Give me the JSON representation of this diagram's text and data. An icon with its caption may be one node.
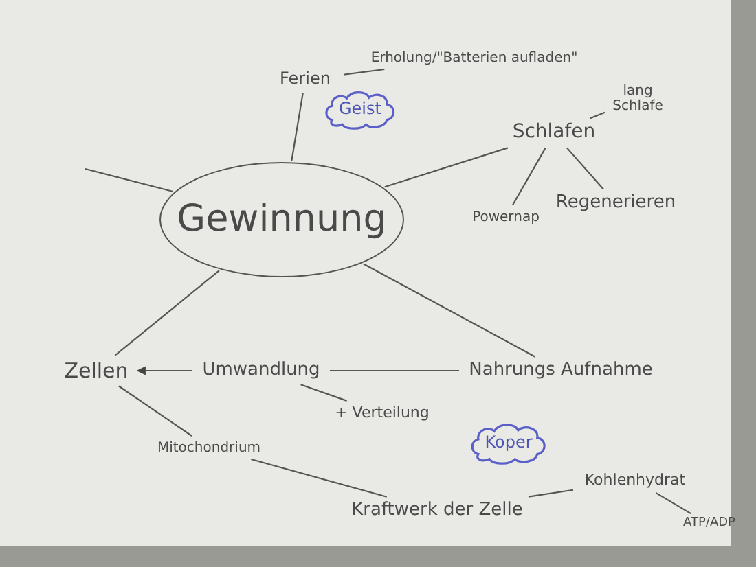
{
  "diagram": {
    "nodes": [
      {
        "text": [
          "Gewinnung"
        ]
      },
      {
        "text": [
          "Ferien"
        ]
      },
      {
        "text": [
          "Geist"
        ]
      },
      {
        "text": [
          "Erholung/\"Batterien aufladen\""
        ]
      },
      {
        "text": [
          "Schlafen"
        ]
      },
      {
        "text": [
          "lang Schlafe"
        ]
      },
      {
        "text": [
          "Regenerieren"
        ]
      },
      {
        "text": [
          "Powernap"
        ]
      },
      {
        "text": [
          "Zellen"
        ]
      },
      {
        "text": [
          "Umwandlung"
        ]
      },
      {
        "text": [
          "+ Verteilung"
        ]
      },
      {
        "text": [
          "Nahrungs Aufnahme"
        ]
      },
      {
        "text": [
          "Koper"
        ]
      },
      {
        "text": [
          "Mitochondrium"
        ]
      },
      {
        "text": [
          "Kraftwerk der Zelle"
        ]
      },
      {
        "text": [
          "Kohlenhydrat"
        ]
      },
      {
        "text": [
          "ATP/ADP"
        ]
      }
    ],
    "edges": [
      {
        "from": 0,
        "to": 1,
        "arrow": "none"
      },
      {
        "from": 1,
        "to": 3,
        "arrow": "none"
      },
      {
        "from": 0,
        "to": 4,
        "arrow": "none"
      },
      {
        "from": 4,
        "to": 5,
        "arrow": "none"
      },
      {
        "from": 4,
        "to": 6,
        "arrow": "none"
      },
      {
        "from": 4,
        "to": 7,
        "arrow": "none"
      },
      {
        "from": 0,
        "to": null,
        "arrow": "none"
      },
      {
        "from": 0,
        "to": 8,
        "arrow": "none"
      },
      {
        "from": 0,
        "to": 11,
        "arrow": "none"
      },
      {
        "from": 11,
        "to": 9,
        "arrow": "none"
      },
      {
        "from": 9,
        "to": 8,
        "arrow": "to"
      },
      {
        "from": 9,
        "to": 10,
        "arrow": "none"
      },
      {
        "from": 8,
        "to": 13,
        "arrow": "none"
      },
      {
        "from": 13,
        "to": 14,
        "arrow": "none"
      },
      {
        "from": 14,
        "to": 15,
        "arrow": "none"
      },
      {
        "from": 15,
        "to": 16,
        "arrow": "none"
      }
    ]
  }
}
